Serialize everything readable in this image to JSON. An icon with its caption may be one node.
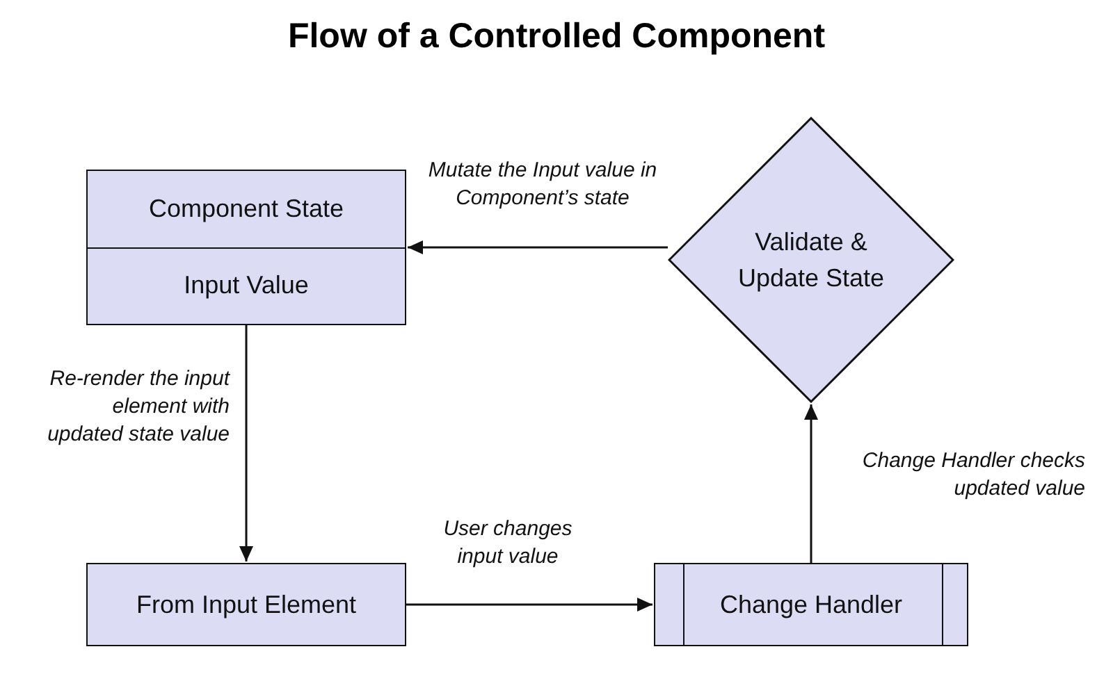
{
  "diagram": {
    "title": "Flow of a Controlled Component",
    "nodes": [
      {
        "text": [
          "Component State",
          "Input Value"
        ]
      },
      {
        "text": [
          "Validate & Update State"
        ]
      },
      {
        "text": [
          "From Input Element"
        ]
      },
      {
        "text": [
          "Change Handler"
        ]
      }
    ],
    "edges": [
      {
        "from": 1,
        "to": 0,
        "arrow": "to",
        "label": "Mutate the Input value in Component’s state"
      },
      {
        "from": 0,
        "to": 2,
        "arrow": "to",
        "label": "Re-render the input element with updated state value"
      },
      {
        "from": 2,
        "to": 3,
        "arrow": "to",
        "label": "User changes input value"
      },
      {
        "from": 3,
        "to": 1,
        "arrow": "to",
        "label": "Change Handler checks updated value"
      }
    ]
  }
}
